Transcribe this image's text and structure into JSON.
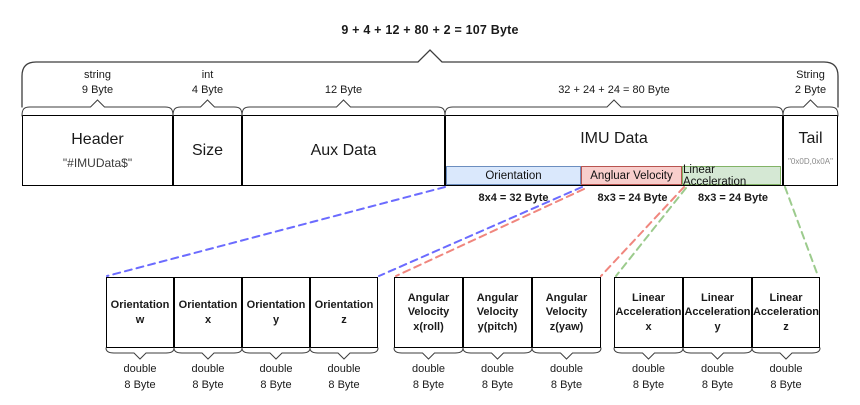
{
  "diagram": {
    "total_label": "9 + 4 + 12 + 80 + 2 = 107 Byte",
    "colors": {
      "box_border": "#000000",
      "brace": "#3d3d3d",
      "connector_blue": "#6b6bff",
      "connector_red": "#f0867e",
      "connector_green": "#9ccb8d",
      "tail_subtitle_gray": "#8a8a8a"
    },
    "segments": [
      {
        "name": "header",
        "type_label": "string",
        "size_label": "9 Byte",
        "title": "Header",
        "subtitle": "\"#IMUData$\""
      },
      {
        "name": "size",
        "type_label": "int",
        "size_label": "4 Byte",
        "title": "Size",
        "subtitle": ""
      },
      {
        "name": "aux",
        "type_label": "",
        "size_label": "12 Byte",
        "title": "Aux Data",
        "subtitle": ""
      },
      {
        "name": "imu",
        "type_label": "",
        "size_label": "32 + 24 + 24 = 80 Byte",
        "title": "IMU Data",
        "subtitle": ""
      },
      {
        "name": "tail",
        "type_label": "String",
        "size_label": "2 Byte",
        "title": "Tail",
        "subtitle": "\"0x0D,0x0A\""
      }
    ],
    "imu_strips": [
      {
        "label": "Orientation",
        "bytes_label": "8x4 = 32 Byte",
        "fill": "#dae8fc",
        "border": "#6c8ebf"
      },
      {
        "label": "Angluar Velocity",
        "bytes_label": "8x3 = 24 Byte",
        "fill": "#f8cecc",
        "border": "#b85450"
      },
      {
        "label": "Linear Acceleration",
        "bytes_label": "8x3 = 24 Byte",
        "fill": "#d5e8d4",
        "border": "#82b366"
      }
    ],
    "field_type_label": "double",
    "field_size_label": "8 Byte",
    "groups": [
      {
        "name": "orientation",
        "boxes": [
          [
            "Orientation",
            "w"
          ],
          [
            "Orientation",
            "x"
          ],
          [
            "Orientation",
            "y"
          ],
          [
            "Orientation",
            "z"
          ]
        ]
      },
      {
        "name": "angular-velocity",
        "boxes": [
          [
            "Angular",
            "Velocity",
            "x(roll)"
          ],
          [
            "Angular",
            "Velocity",
            "y(pitch)"
          ],
          [
            "Angular",
            "Velocity",
            "z(yaw)"
          ]
        ]
      },
      {
        "name": "linear-acceleration",
        "boxes": [
          [
            "Linear",
            "Acceleration",
            "x"
          ],
          [
            "Linear",
            "Acceleration",
            "y"
          ],
          [
            "Linear",
            "Acceleration",
            "z"
          ]
        ]
      }
    ]
  }
}
